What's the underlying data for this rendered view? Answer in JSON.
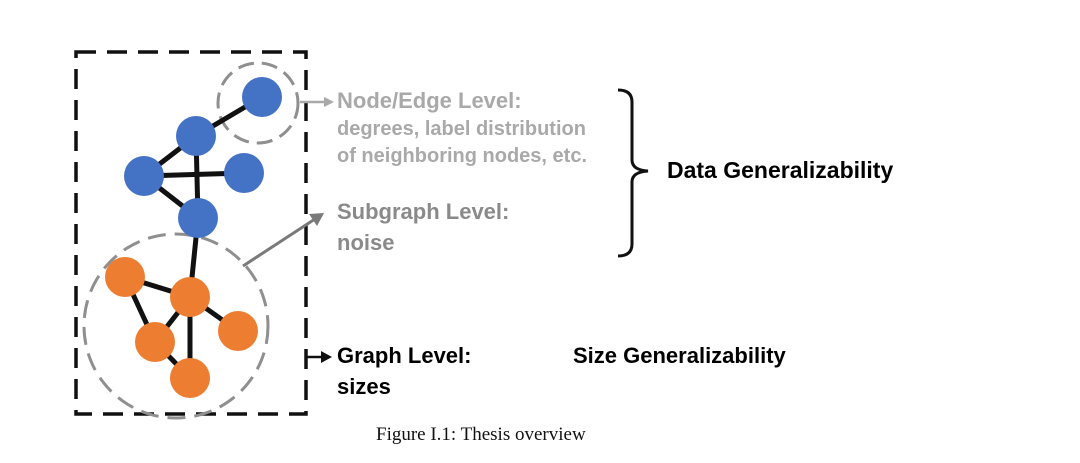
{
  "levels": {
    "node_edge": {
      "title": "Node/Edge Level:",
      "line1": "degrees, label distribution",
      "line2": "of neighboring nodes, etc."
    },
    "subgraph": {
      "title": "Subgraph Level:",
      "line1": "noise"
    },
    "graph": {
      "title": "Graph Level:",
      "line1": "sizes"
    }
  },
  "categories": {
    "data": "Data Generalizability",
    "size": "Size Generalizability"
  },
  "caption": "Figure I.1: Thesis overview",
  "colors": {
    "node_blue": "#4472c4",
    "node_orange": "#ed7d31",
    "text_light_gray": "#a9a9a9",
    "text_mid_gray": "#8a8a8a"
  }
}
